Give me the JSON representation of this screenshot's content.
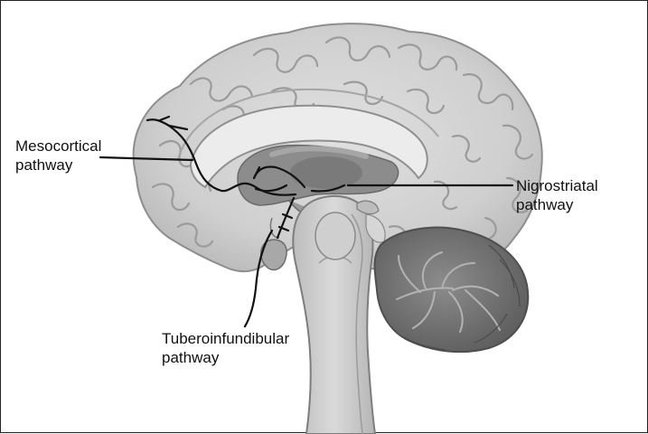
{
  "labels": {
    "mesocortical": {
      "line1": "Mesocortical",
      "line2": "pathway"
    },
    "nigrostriatal": {
      "line1": "Nigrostriatal",
      "line2": "pathway"
    },
    "tuberoinfundibular": {
      "line1": "Tuberoinfundibular",
      "line2": "pathway"
    }
  },
  "colors": {
    "cortex": "#d2d2d2",
    "cortex_shadow": "#a9a9a9",
    "corpus_callosum": "#e9e9e9",
    "deep_structures": "#8a8a8a",
    "brainstem": "#c8c8c8",
    "cerebellum": "#6f6f6f",
    "pathway": "#111111"
  }
}
